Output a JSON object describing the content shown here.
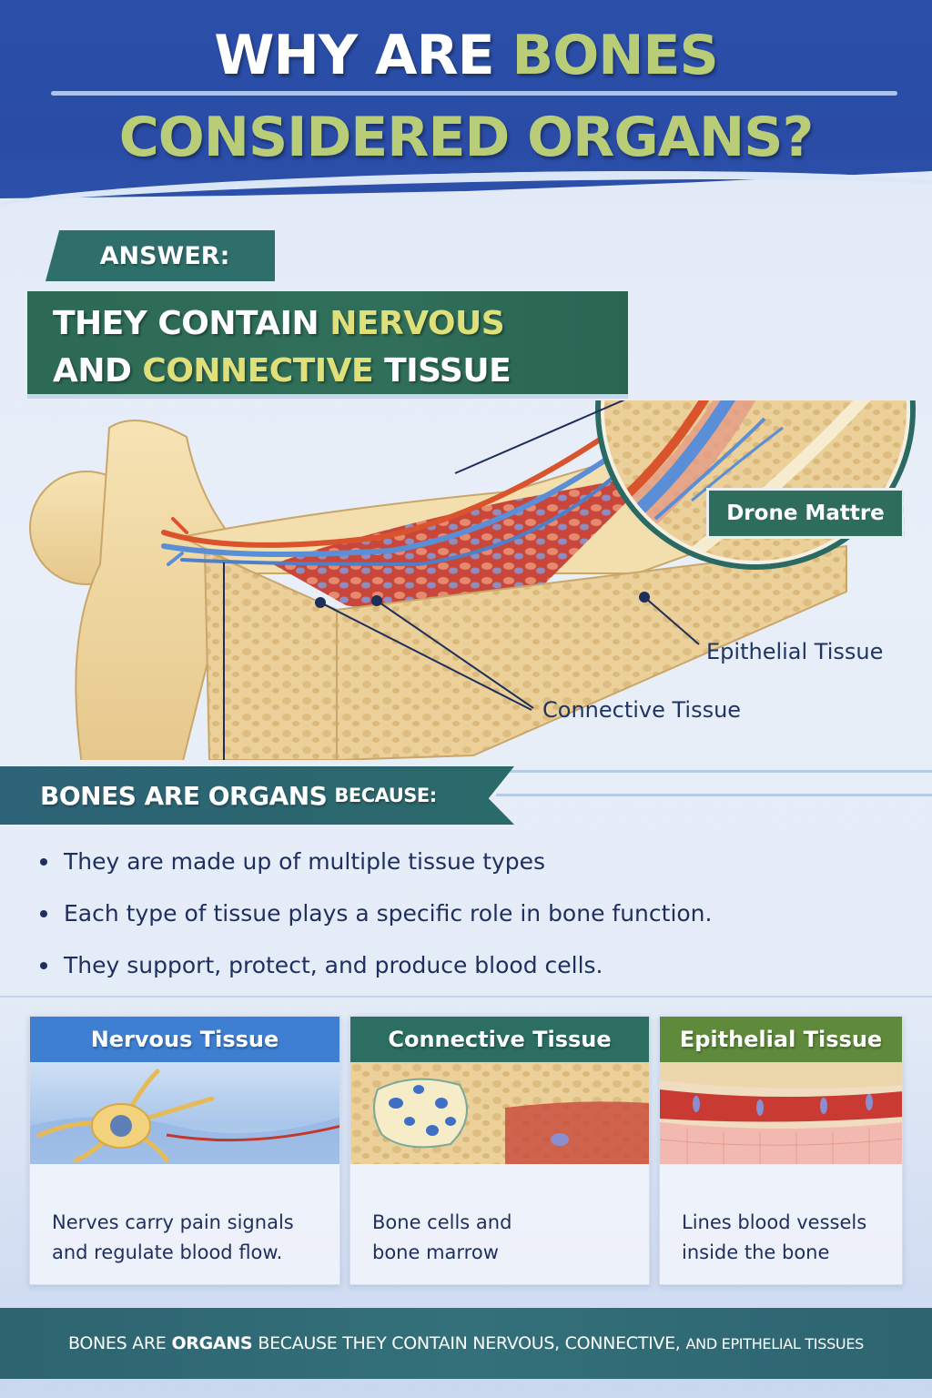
{
  "header": {
    "title_line1_prefix": "WHY ARE ",
    "title_line1_accent": "BONES",
    "title_line2": "CONSIDERED ORGANS?"
  },
  "answer": {
    "tag": "ANSWER:",
    "line1_prefix": "THEY CONTAIN ",
    "line1_accent": "NERVOUS",
    "line2_prefix": "AND ",
    "line2_accent": "CONNECTIVE",
    "line2_suffix": " TISSUE"
  },
  "illustration": {
    "inset_label": "Drone Mattre",
    "callouts": {
      "epithelial": "Epithelial Tissue",
      "connective": "Connective Tissue"
    }
  },
  "because": {
    "title_main": "BONES ARE ORGANS",
    "title_small": "BECAUSE:",
    "bullets": [
      "They are made up of multiple tissue types",
      "Each type of tissue plays a specific role in bone function.",
      "They support, protect, and produce blood cells."
    ]
  },
  "cards": [
    {
      "title": "Nervous Tissue",
      "color": "#3f7fd1",
      "line1": "Nerves carry pain signals",
      "line2": "and regulate blood flow."
    },
    {
      "title": "Connective Tissue",
      "color": "#2d6e63",
      "line1": "Bone cells and",
      "line2": "bone marrow"
    },
    {
      "title": "Epithelial Tissue",
      "color": "#5f8a3c",
      "line1": "Lines blood vessels",
      "line2": "inside the bone"
    }
  ],
  "footer": {
    "part1": "BONES ARE",
    "part2_bold": "ORGANS",
    "part3": "BECAUSE THEY CONTAIN NERVOUS, CONNECTIVE,",
    "part4_small": "AND EPITHELIAL TISSUES"
  },
  "colors": {
    "header_blue": "#2b4fa8",
    "title_green": "#b9cd79",
    "answer_green": "#306f5a",
    "highlight_yellow": "#dfe07a",
    "teal_banner": "#2d6378",
    "text_navy": "#1e2f5e"
  }
}
